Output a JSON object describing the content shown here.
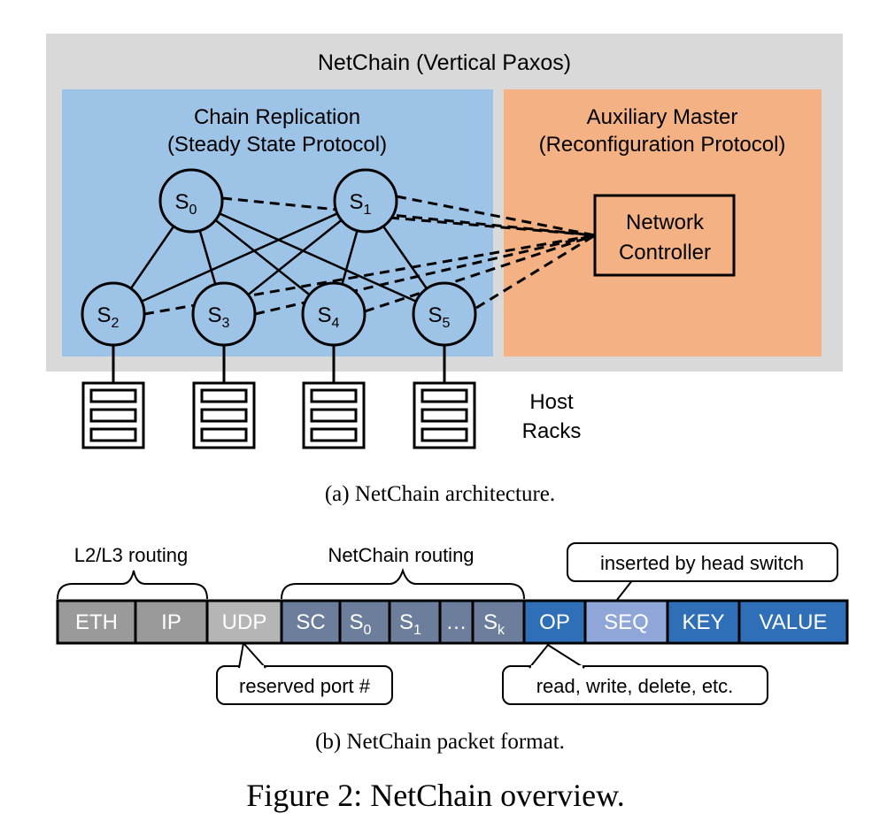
{
  "architecture": {
    "outer_title": "NetChain (Vertical Paxos)",
    "chain_panel": {
      "title_line1": "Chain Replication",
      "title_line2": "(Steady State Protocol)"
    },
    "aux_panel": {
      "title_line1": "Auxiliary Master",
      "title_line2": "(Reconfiguration Protocol)"
    },
    "controller": {
      "line1": "Network",
      "line2": "Controller"
    },
    "switches": [
      {
        "id": "s0",
        "label": "S",
        "sub": "0",
        "tier": "top"
      },
      {
        "id": "s1",
        "label": "S",
        "sub": "1",
        "tier": "top"
      },
      {
        "id": "s2",
        "label": "S",
        "sub": "2",
        "tier": "bottom"
      },
      {
        "id": "s3",
        "label": "S",
        "sub": "3",
        "tier": "bottom"
      },
      {
        "id": "s4",
        "label": "S",
        "sub": "4",
        "tier": "bottom"
      },
      {
        "id": "s5",
        "label": "S",
        "sub": "5",
        "tier": "bottom"
      }
    ],
    "host_racks_label_line1": "Host",
    "host_racks_label_line2": "Racks",
    "caption": "(a)  NetChain architecture."
  },
  "packet": {
    "group_labels": {
      "l2l3": "L2/L3 routing",
      "netchain": "NetChain routing"
    },
    "fields": [
      {
        "label": "ETH",
        "sub": "",
        "color": "#9a9a9a"
      },
      {
        "label": "IP",
        "sub": "",
        "color": "#9a9a9a"
      },
      {
        "label": "UDP",
        "sub": "",
        "color": "#b5b5b5"
      },
      {
        "label": "SC",
        "sub": "",
        "color": "#6c7e9c"
      },
      {
        "label": "S",
        "sub": "0",
        "color": "#6c7e9c"
      },
      {
        "label": "S",
        "sub": "1",
        "color": "#6c7e9c"
      },
      {
        "label": "…",
        "sub": "",
        "color": "#6c7e9c"
      },
      {
        "label": "S",
        "sub": "k",
        "color": "#6c7e9c"
      },
      {
        "label": "OP",
        "sub": "",
        "color": "#2f6fb7"
      },
      {
        "label": "SEQ",
        "sub": "",
        "color": "#8ea6d8"
      },
      {
        "label": "KEY",
        "sub": "",
        "color": "#2f6fb7"
      },
      {
        "label": "VALUE",
        "sub": "",
        "color": "#2f6fb7"
      }
    ],
    "callouts": {
      "inserted": "inserted by head switch",
      "reserved": "reserved port #",
      "ops": "read, write, delete, etc."
    },
    "caption": "(b)  NetChain packet format."
  },
  "figure_caption": "Figure 2: NetChain overview.",
  "colors": {
    "outer_bg": "#d9d9d9",
    "chain_bg": "#9dc3e6",
    "aux_bg": "#f4b183"
  }
}
